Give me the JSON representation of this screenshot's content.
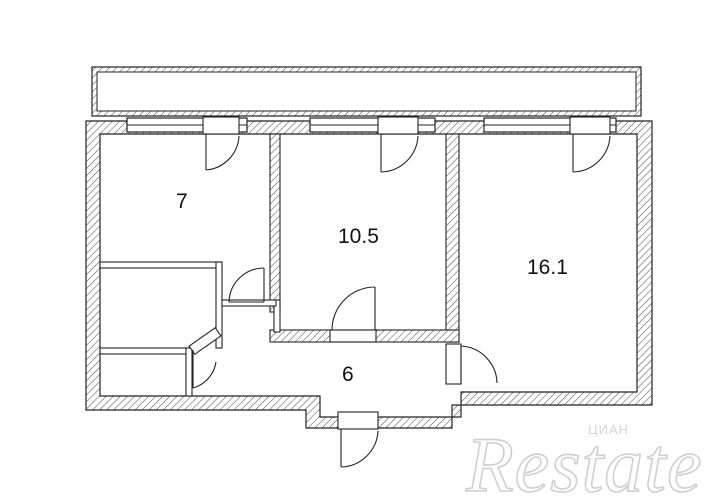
{
  "rooms": [
    {
      "id": "room-1",
      "area": "7"
    },
    {
      "id": "room-2",
      "area": "10.5"
    },
    {
      "id": "room-3",
      "area": "16.1"
    },
    {
      "id": "hall",
      "area": "6"
    }
  ],
  "watermark": {
    "brand": "Restate",
    "tag": "ЦИАН"
  },
  "colors": {
    "wall_stroke": "#222222",
    "hatch": "#555555",
    "background": "#ffffff",
    "watermark": "#cfcfcf"
  }
}
